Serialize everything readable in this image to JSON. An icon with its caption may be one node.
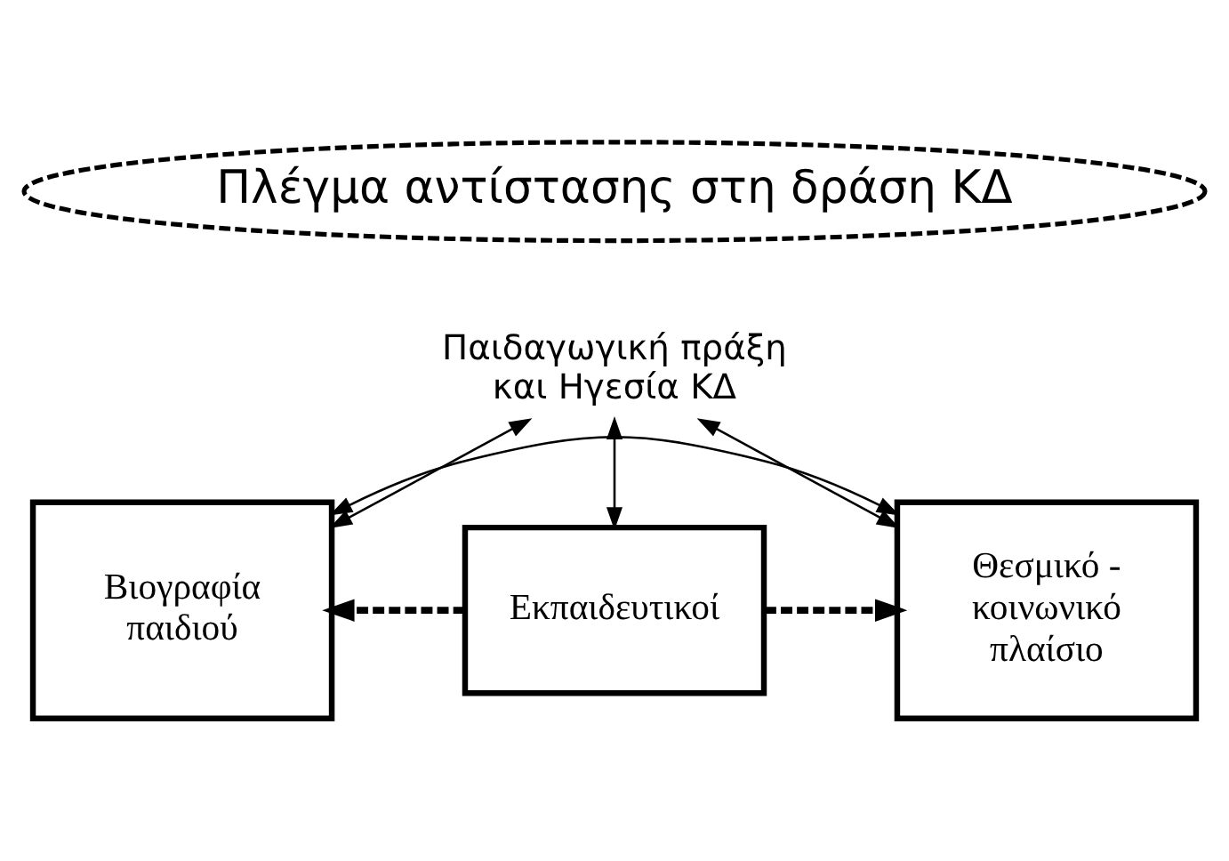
{
  "diagram": {
    "nodes": [
      {
        "text": [
          "Πλέγμα αντίστασης στη δράση ΚΔ"
        ]
      },
      {
        "text": [
          "Βιογραφία παιδιού"
        ]
      },
      {
        "text": [
          "Θεσμικό - κοινωνικό πλαίσιο"
        ]
      },
      {
        "text": [
          "Παιδαγωγική πράξη και Ηγεσία ΚΔ"
        ]
      },
      {
        "text": [
          "Εκπαιδευτικοί"
        ]
      }
    ],
    "edges": [
      {
        "from": 1,
        "to": 2,
        "arrow": "both"
      },
      {
        "from": 3,
        "to": 1,
        "arrow": "both"
      },
      {
        "from": 3,
        "to": 2,
        "arrow": "both"
      },
      {
        "from": 3,
        "to": 4,
        "arrow": "both"
      },
      {
        "from": 4,
        "to": 1,
        "arrow": "to",
        "style": "dashed"
      },
      {
        "from": 4,
        "to": 2,
        "arrow": "to",
        "style": "dashed"
      }
    ]
  }
}
